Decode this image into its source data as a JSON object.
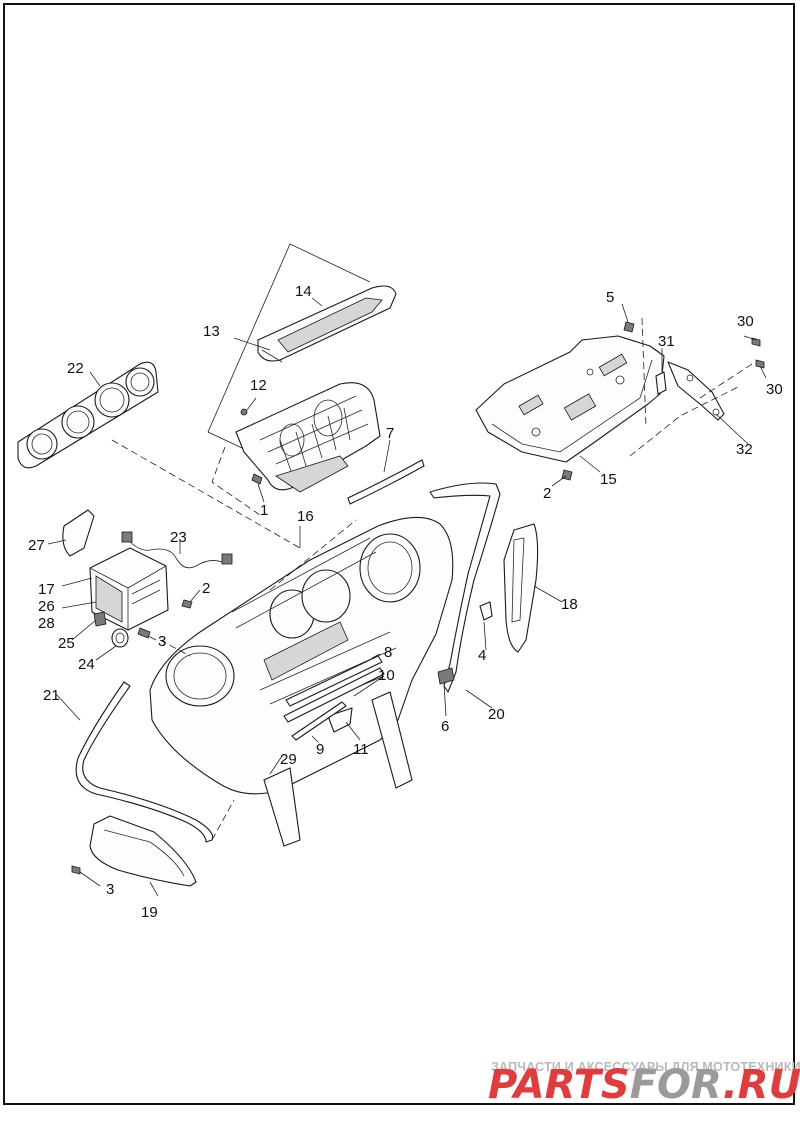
{
  "callouts": [
    "1",
    "2",
    "3",
    "4",
    "5",
    "6",
    "7",
    "8",
    "9",
    "10",
    "11",
    "12",
    "13",
    "14",
    "15",
    "16",
    "17",
    "18",
    "19",
    "20",
    "21",
    "22",
    "23",
    "24",
    "25",
    "26",
    "27",
    "28",
    "29",
    "30",
    "31",
    "32"
  ],
  "watermark": {
    "tagline": "ЗАПЧАСТИ И АКСЕССУАРЫ ДЛЯ МОТОТЕХНИКИ",
    "logo_red": "PARTS",
    "logo_gray": "FOR",
    "logo_suffix": ".RU",
    "colors": {
      "red": "#e23b3b",
      "gray": "#9a9a9a"
    }
  }
}
